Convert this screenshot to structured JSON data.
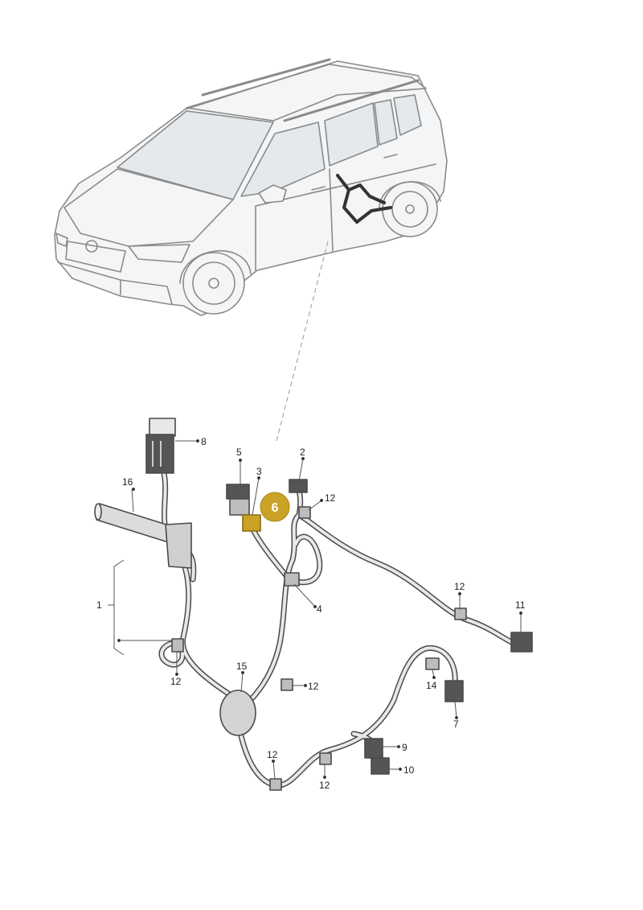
{
  "colors": {
    "car_line": "#8a8a8a",
    "car_fill": "#f4f5f6",
    "glass": "#e6e9ec",
    "harness_outline": "#4a4a4a",
    "harness_fill": "#e8e8e8",
    "highlight_part": "#c9a227",
    "badge_fill": "#c9a227",
    "leader_line": "#555555",
    "dashed_line": "#999999"
  },
  "badge": {
    "label": "6",
    "icon": "highlight-badge"
  },
  "callouts": [
    {
      "id": "c1",
      "label": "1"
    },
    {
      "id": "c2",
      "label": "2"
    },
    {
      "id": "c3",
      "label": "3"
    },
    {
      "id": "c4",
      "label": "4"
    },
    {
      "id": "c5",
      "label": "5"
    },
    {
      "id": "c7",
      "label": "7"
    },
    {
      "id": "c8",
      "label": "8"
    },
    {
      "id": "c9",
      "label": "9"
    },
    {
      "id": "c10",
      "label": "10"
    },
    {
      "id": "c11",
      "label": "11"
    },
    {
      "id": "c12a",
      "label": "12"
    },
    {
      "id": "c12b",
      "label": "12"
    },
    {
      "id": "c12c",
      "label": "12"
    },
    {
      "id": "c12d",
      "label": "12"
    },
    {
      "id": "c12e",
      "label": "12"
    },
    {
      "id": "c12f",
      "label": "12"
    },
    {
      "id": "c14",
      "label": "14"
    },
    {
      "id": "c15",
      "label": "15"
    },
    {
      "id": "c16",
      "label": "16"
    }
  ]
}
